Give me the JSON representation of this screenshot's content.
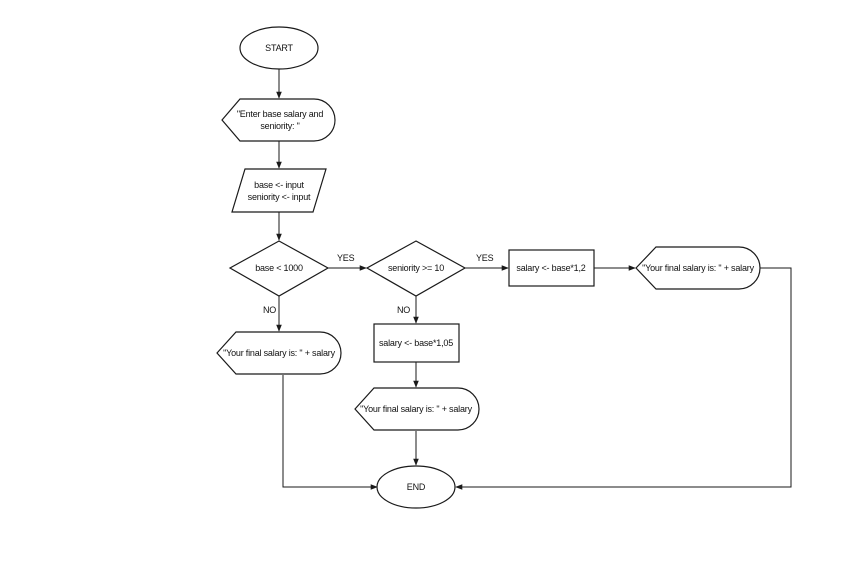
{
  "nodes": {
    "start": {
      "label": "START"
    },
    "prompt_input": {
      "label_lines": [
        "\"Enter base salary and",
        "seniority: \""
      ]
    },
    "read_input": {
      "label_lines": [
        "base  <- input",
        "seniority <- input"
      ]
    },
    "decision_base": {
      "label": "base  <  1000"
    },
    "decision_seniority": {
      "label": "seniority >= 10"
    },
    "assign_high": {
      "label": "salary <- base*1,2"
    },
    "assign_mid": {
      "label": "salary <- base*1,05"
    },
    "output_high": {
      "label": "\"Your final salary is: \" + salary"
    },
    "output_low": {
      "label": "\"Your final salary is: \" + salary"
    },
    "output_mid": {
      "label": "\"Your final salary is: \" + salary"
    },
    "end": {
      "label": "END"
    }
  },
  "edge_labels": {
    "base_yes": "YES",
    "base_no": "NO",
    "seniority_yes": "YES",
    "seniority_no": "NO"
  }
}
